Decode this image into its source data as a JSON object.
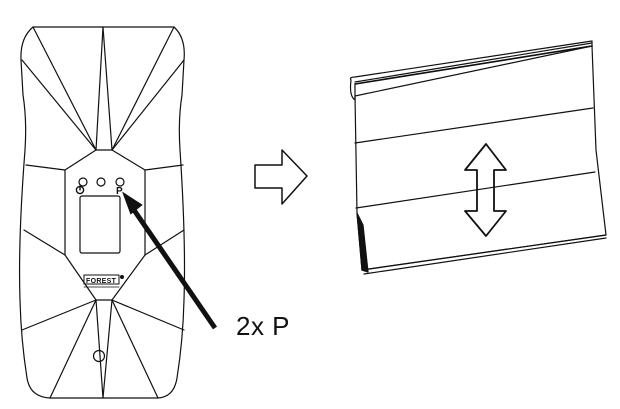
{
  "instruction": {
    "press_label": "2x P",
    "button_labels": [
      "",
      "",
      "P"
    ],
    "brand_badge": "FOREST"
  },
  "colors": {
    "line": "#111111",
    "background": "#ffffff"
  },
  "icons": {
    "power": "power-icon",
    "process_arrow": "right-arrow-icon",
    "move": "double-headed-arrow-icon"
  }
}
